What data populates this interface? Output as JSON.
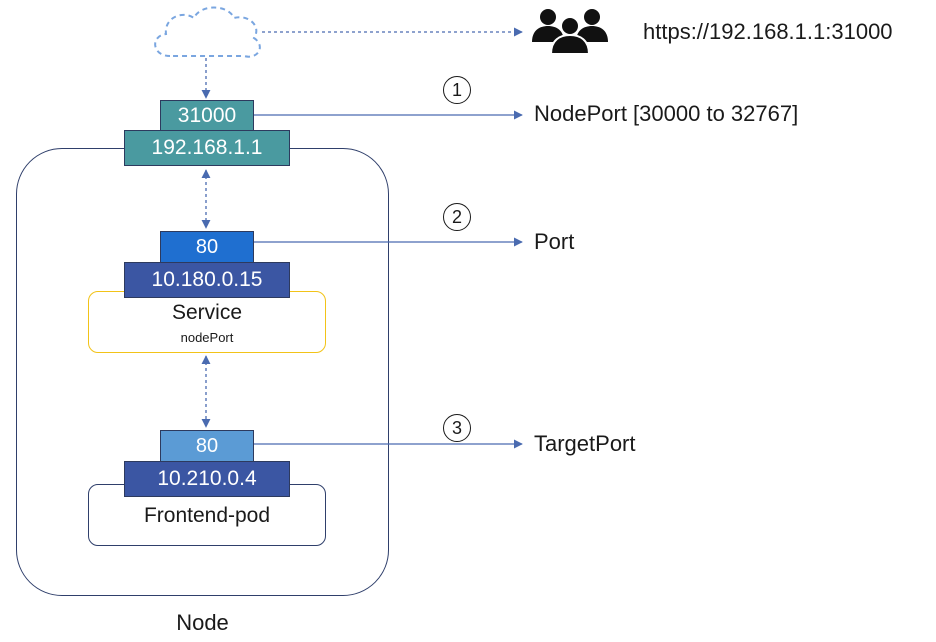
{
  "external": {
    "url": "https://192.168.1.1:31000",
    "cloud_icon": "cloud-icon",
    "users_icon": "users-group-icon"
  },
  "node": {
    "label": "Node",
    "node_port": "31000",
    "ip": "192.168.1.1"
  },
  "service": {
    "port": "80",
    "ip": "10.180.0.15",
    "name": "Service",
    "type": "nodePort"
  },
  "pod": {
    "port": "80",
    "ip": "10.210.0.4",
    "name": "Frontend-pod"
  },
  "callouts": [
    {
      "number": "1",
      "label": "NodePort [30000 to 32767]"
    },
    {
      "number": "2",
      "label": "Port"
    },
    {
      "number": "3",
      "label": "TargetPort"
    }
  ],
  "colors": {
    "node_teal": "#4a9aa0",
    "service_port_blue": "#1f6fd0",
    "ip_dark_blue": "#3b56a3",
    "pod_port_light_blue": "#5b9bd5",
    "service_border_yellow": "#f2c318",
    "arrow_blue": "#4a6bb0"
  }
}
